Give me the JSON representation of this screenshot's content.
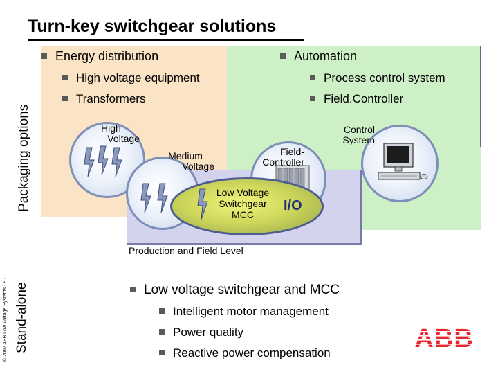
{
  "title": "Turn-key switchgear solutions",
  "side_labels": {
    "packaging_options": "Packaging options",
    "stand_alone": "Stand-alone",
    "copyright": "© 2002 ABB Low Voltage Systems - 9 -"
  },
  "energy": {
    "heading": "Energy distribution",
    "items": [
      "High voltage equipment",
      "Transformers"
    ]
  },
  "automation": {
    "heading": "Automation",
    "items": [
      "Process control system",
      "Field.Controller"
    ]
  },
  "diagram": {
    "high_voltage": [
      "High",
      "Voltage"
    ],
    "medium_voltage": [
      "Medium",
      "Voltage"
    ],
    "control_system": [
      "Control",
      "System"
    ],
    "field_controller": [
      "Field-",
      "Controller"
    ],
    "lv_switchgear": [
      "Low Voltage",
      "Switchgear",
      "MCC"
    ],
    "io": "I/O",
    "production_level": "Production and Field Level"
  },
  "standalone": {
    "heading": "Low voltage switchgear and MCC",
    "items": [
      "Intelligent motor management",
      "Power quality",
      "Reactive power compensation"
    ]
  },
  "logo": {
    "text": "ABB",
    "color": "#e8242c"
  },
  "colors": {
    "peach_panel": "#fbe3c6",
    "green_panel": "#cdf0c6",
    "blue_panel": "#d4d3ee"
  }
}
